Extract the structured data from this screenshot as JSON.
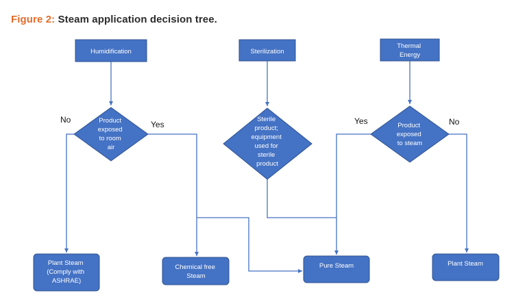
{
  "caption": {
    "figure": "Figure 2:",
    "title": " Steam application decision tree."
  },
  "colors": {
    "fill": "#4472c4",
    "stroke": "#2f528f",
    "line": "#4472c4",
    "accent": "#e36c2b"
  },
  "nodes": {
    "humidification": [
      "Humidification"
    ],
    "sterilization": [
      "Sterilization"
    ],
    "thermal": [
      "Thermal",
      "Energy"
    ],
    "d1": [
      "Product",
      "exposed",
      "to room",
      "air"
    ],
    "d2": [
      "Sterile",
      "product;",
      "equipment",
      "used for",
      "sterile",
      "product"
    ],
    "d3": [
      "Product",
      "exposed",
      "to steam"
    ],
    "plant1": [
      "Plant Steam",
      "(Comply with",
      "ASHRAE)"
    ],
    "chemfree": [
      "Chemical free",
      "Steam"
    ],
    "pure": [
      "Pure Steam"
    ],
    "plant2": [
      "Plant Steam"
    ]
  },
  "labels": {
    "d1_no": "No",
    "d1_yes": "Yes",
    "d3_yes": "Yes",
    "d3_no": "No"
  }
}
